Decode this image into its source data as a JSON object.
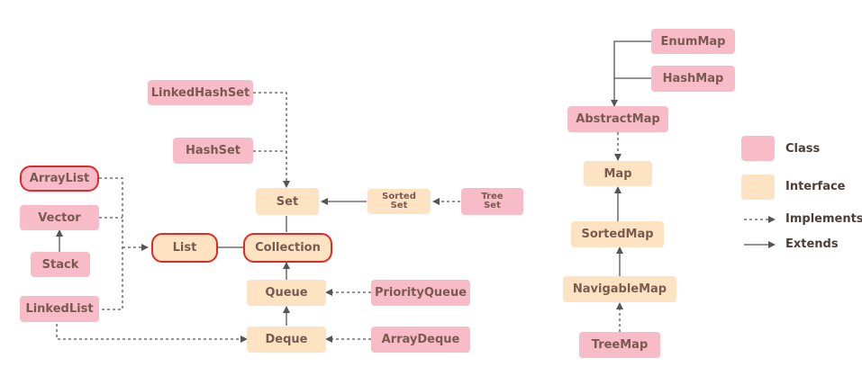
{
  "colors": {
    "class": "#f8bcc8",
    "interface": "#fde3c2",
    "highlight": "#e02a26",
    "line": "#555555",
    "text": "#7a5a50"
  },
  "nodes": {
    "linkedhashset": "LinkedHashSet",
    "hashset": "HashSet",
    "set": "Set",
    "sortedset": "Sorted\nSet",
    "treeset": "Tree\nSet",
    "arraylist": "ArrayList",
    "vector": "Vector",
    "stack": "Stack",
    "list": "List",
    "collection": "Collection",
    "queue": "Queue",
    "priorityqueue": "PriorityQueue",
    "linkedlist": "LinkedList",
    "deque": "Deque",
    "arraydeque": "ArrayDeque",
    "enummap": "EnumMap",
    "hashmap": "HashMap",
    "abstractmap": "AbstractMap",
    "map": "Map",
    "sortedmap": "SortedMap",
    "navigablemap": "NavigableMap",
    "treemap": "TreeMap"
  },
  "legend": {
    "class": "Class",
    "interface": "Interface",
    "implements": "Implements",
    "extends": "Extends"
  }
}
